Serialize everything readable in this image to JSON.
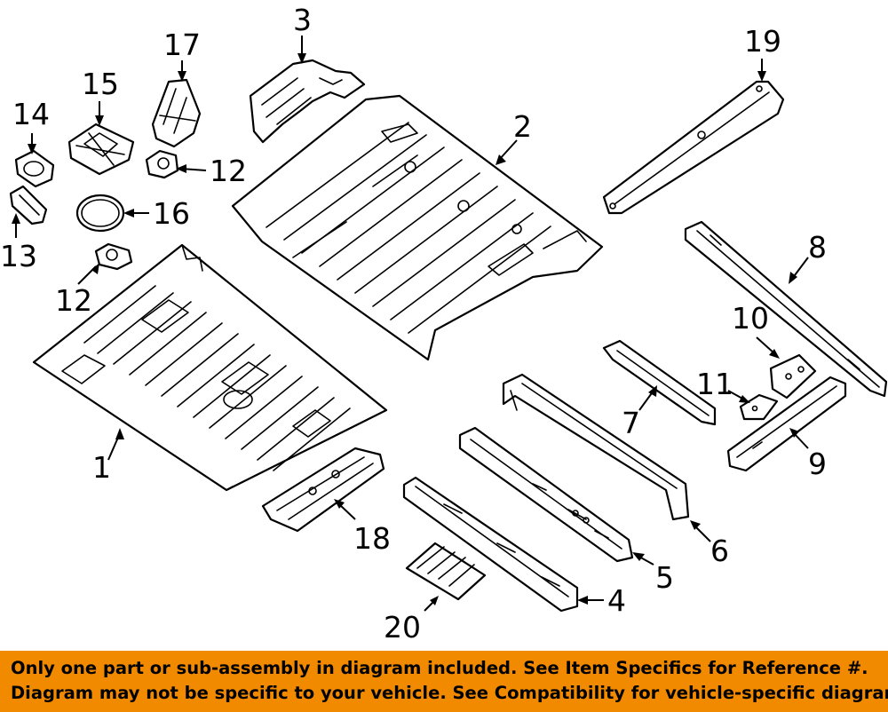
{
  "diagram": {
    "background": "#ffffff",
    "line_color": "#000000",
    "callouts": [
      {
        "id": "callout-1",
        "label": "1"
      },
      {
        "id": "callout-2",
        "label": "2"
      },
      {
        "id": "callout-3",
        "label": "3"
      },
      {
        "id": "callout-4",
        "label": "4"
      },
      {
        "id": "callout-5",
        "label": "5"
      },
      {
        "id": "callout-6",
        "label": "6"
      },
      {
        "id": "callout-7",
        "label": "7"
      },
      {
        "id": "callout-8",
        "label": "8"
      },
      {
        "id": "callout-9",
        "label": "9"
      },
      {
        "id": "callout-10",
        "label": "10"
      },
      {
        "id": "callout-11",
        "label": "11"
      },
      {
        "id": "callout-12a",
        "label": "12"
      },
      {
        "id": "callout-12b",
        "label": "12"
      },
      {
        "id": "callout-13",
        "label": "13"
      },
      {
        "id": "callout-14",
        "label": "14"
      },
      {
        "id": "callout-15",
        "label": "15"
      },
      {
        "id": "callout-16",
        "label": "16"
      },
      {
        "id": "callout-17",
        "label": "17"
      },
      {
        "id": "callout-18",
        "label": "18"
      },
      {
        "id": "callout-19",
        "label": "19"
      },
      {
        "id": "callout-20",
        "label": "20"
      }
    ]
  },
  "banner": {
    "color": "#f28a00",
    "line1": "Only one part or sub-assembly in diagram included. See Item Specifics for Reference #.",
    "line2": "Diagram may not be specific to your vehicle. See Compatibility for vehicle-specific diagrams."
  }
}
